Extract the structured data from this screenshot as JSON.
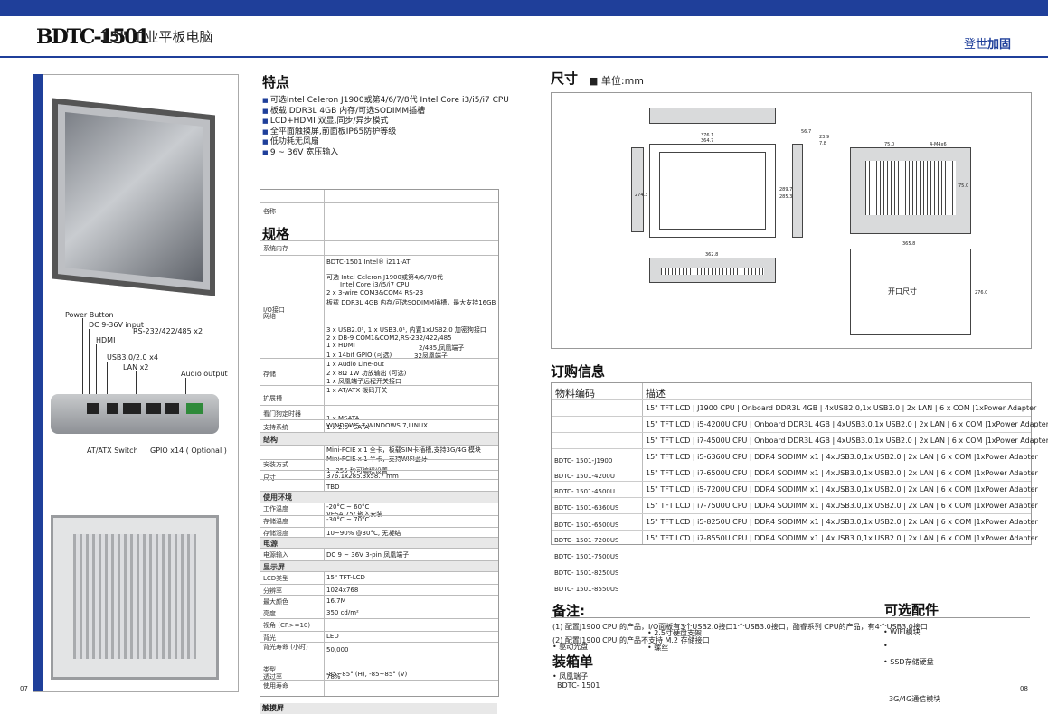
{
  "header": {
    "model": "BDTC-1501",
    "size": "15\"",
    "product_type": "工业平板电脑",
    "brand_prefix": "登世",
    "brand_suffix": "加固"
  },
  "left_panel": {
    "labels": {
      "power_button": "Power Button",
      "dc_input": "DC 9-36V input",
      "hdmi": "HDMI",
      "rs232": "RS-232/422/485 x2",
      "usb": "USB3.0/2.0 x4",
      "lan": "LAN x2",
      "audio": "Audio output",
      "x2": "x2",
      "atx": "AT/ATX Switch",
      "gpio": "GPIO x14 ( Optional )"
    },
    "page_number": "07"
  },
  "features": {
    "title": "特点",
    "items": [
      "可选Intel Celeron J1900或第4/6/7/8代 Intel Core i3/i5/i7 CPU",
      "板载 DDR3L 4GB 内存/可选SODIMM插槽",
      "LCD+HDMI 双显,同步/异步模式",
      "全平面触摸屏,前面板IP65防护等级",
      "低功耗无风扇",
      "9 ~ 36V 宽压输入"
    ]
  },
  "specs": {
    "title": "规格",
    "rows": [
      {
        "key": "名称",
        "value": ""
      },
      {
        "key": "系统内存",
        "value": ""
      },
      {
        "key": "",
        "value": "BDTC-1501 Intel® i211-AT"
      },
      {
        "key": "",
        "value": "可选 Intel Celeron J1900或第4/6/7/8代"
      },
      {
        "key": "",
        "value": "Intel Core i3/i5/i7 CPU"
      },
      {
        "key": "",
        "value": "2 x 3-wire COM3&COM4 RS-23"
      },
      {
        "key": "I/O接口",
        "value": "板载 DDR3L 4GB 内存/可选SODIMM插槽，最大支持16GB"
      },
      {
        "key": "网络",
        "value": ""
      },
      {
        "key": "",
        "value": "3 x USB2.0¹, 1 x USB3.0¹, 内置1xUSB2.0 加密狗接口"
      },
      {
        "key": "",
        "value": "2 x DB-9 COM1&COM2,RS-232/422/485"
      },
      {
        "key": "",
        "value": "1 x HDMI"
      },
      {
        "key": "",
        "value": "2/485,凤凰端子"
      },
      {
        "key": "",
        "value": "1 x 14bit GPIO (可选)"
      },
      {
        "key": "",
        "value": "32凤凰端子"
      },
      {
        "key": "",
        "value": "1 x Audio Line-out"
      },
      {
        "key": "存储",
        "value": "2 x 8Ω 1W 功放输出 (可选)"
      },
      {
        "key": "",
        "value": "1 x 凤凰端子远程开关接口"
      },
      {
        "key": "扩展槽",
        "value": "1 x AT/ATX 拨码开关"
      },
      {
        "key": "看门狗定时器",
        "value": "1 x MSATA"
      },
      {
        "key": "支持系统",
        "value": "WINDOWS 7,WINDOWS 7,LINUX"
      },
      {
        "key": "",
        "value": "1 x 2.5\" SATA"
      },
      {
        "key": "结构",
        "value": ""
      },
      {
        "key": "",
        "value": "Mini-PCIE x 1 全卡，板载SIM卡插槽,支持3G/4G 模块"
      },
      {
        "key": "",
        "value": "Mini-PCIE x 1 半卡，支持WIFI蓝牙"
      },
      {
        "key": "安装方式",
        "value": "1~255 秒可编程设置"
      },
      {
        "key": "尺寸",
        "value": "376.1x285.3x58.7 mm"
      },
      {
        "key": "",
        "value": "TBD"
      },
      {
        "key": "使用环境",
        "value": ""
      },
      {
        "key": "工作温度",
        "value": "-20°C ~ 60°C"
      },
      {
        "key": "",
        "value": "VESA 75/ 嵌入安装"
      },
      {
        "key": "存储温度",
        "value": "-30°C ~ 70°C"
      },
      {
        "key": "存储湿度",
        "value": "10~90% @30°C, 无凝结"
      },
      {
        "key": "电源",
        "value": ""
      },
      {
        "key": "电源输入",
        "value": "DC 9 ~ 36V 3-pin 凤凰端子"
      },
      {
        "key": "显示屏",
        "value": ""
      },
      {
        "key": "LCD类型",
        "value": "15\" TFT-LCD"
      },
      {
        "key": "分辨率",
        "value": "1024x768"
      },
      {
        "key": "最大颜色",
        "value": "16.7M"
      },
      {
        "key": "亮度",
        "value": "350 cd/m²"
      },
      {
        "key": "视角 (CR>=10)",
        "value": ""
      },
      {
        "key": "背光",
        "value": "LED"
      },
      {
        "key": "背光寿命 (小时)",
        "value": "50,000"
      },
      {
        "key": "类型",
        "value": ""
      },
      {
        "key": "透过率",
        "value": "-85~85° (H), -85~85° (V)"
      },
      {
        "key": "",
        "value": "78%"
      },
      {
        "key": "使用寿命",
        "value": ""
      }
    ],
    "touch_title": "触摸屏"
  },
  "dimensions": {
    "title": "尺寸",
    "unit": "单位:mm",
    "values": [
      "376.1",
      "364.7",
      "56.7",
      "23.9",
      "7.8",
      "274.3",
      "289.7",
      "285.3",
      "75.0",
      "4-M4x6",
      "75.0",
      "362.8",
      "365.8",
      "276.0"
    ],
    "cutout_label": "开口尺寸"
  },
  "order": {
    "title": "订购信息",
    "col_code": "物料编码",
    "col_desc": "描述",
    "descriptions": [
      "15\" TFT LCD | J1900 CPU | Onboard DDR3L 4GB | 4xUSB2.0,1x USB3.0 | 2x LAN | 6 x COM |1xPower Adapter",
      "15\" TFT LCD | i5-4200U CPU | Onboard DDR3L 4GB | 4xUSB3.0,1x USB2.0 | 2x LAN | 6 x COM |1xPower Adapter",
      "15\" TFT LCD | i7-4500U CPU | Onboard DDR3L 4GB | 4xUSB3.0,1x USB2.0 | 2x LAN | 6 x COM |1xPower Adapter",
      "15\" TFT LCD | i5-6360U CPU | DDR4 SODIMM x1 | 4xUSB3.0,1x USB2.0 | 2x LAN | 6 x COM |1xPower Adapter",
      "15\" TFT LCD | i7-6500U CPU | DDR4 SODIMM x1 | 4xUSB3.0,1x USB2.0 | 2x LAN | 6 x COM |1xPower Adapter",
      "15\" TFT LCD | i5-7200U CPU | DDR4 SODIMM x1 | 4xUSB3.0,1x USB2.0 | 2x LAN | 6 x COM |1xPower Adapter",
      "15\" TFT LCD | i7-7500U CPU | DDR4 SODIMM x1 | 4xUSB3.0,1x USB2.0 | 2x LAN | 6 x COM |1xPower Adapter",
      "15\" TFT LCD | i5-8250U CPU | DDR4 SODIMM x1 | 4xUSB3.0,1x USB2.0 | 2x LAN | 6 x COM |1xPower Adapter",
      "15\" TFT LCD | i7-8550U CPU | DDR4 SODIMM x1 | 4xUSB3.0,1x USB2.0 | 2x LAN | 6 x COM |1xPower Adapter"
    ],
    "codes": [
      "BDTC- 1501-J1900",
      "BDTC- 1501-4200U",
      "BDTC- 1501-4500U",
      "BDTC- 1501-6360US",
      "BDTC- 1501-6500US",
      "BDTC- 1501-7200US",
      "BDTC- 1501-7500US",
      "BDTC- 1501-8250US",
      "BDTC- 1501-8550US"
    ]
  },
  "notes": {
    "title": "备注:",
    "line1": "(1) 配置J1900 CPU 的产品，I/O面板有3个USB2.0接口1个USB3.0接口，酷睿系列 CPU的产品，有4个USB3.0接口",
    "line2": "(2) 配置J1900 CPU 的产品不支持 M.2 存储接口",
    "packing_title": "装箱单",
    "packing_items": [
      "驱动光盘",
      "2.5寸硬盘支架",
      "螺丝",
      "凤凰端子"
    ],
    "packing_model": "BDTC- 1501"
  },
  "accessories": {
    "title": "可选配件",
    "items": [
      "WIFI模块",
      "",
      "SSD存储硬盘",
      "3G/4G通信模块"
    ]
  },
  "page_right": "08"
}
